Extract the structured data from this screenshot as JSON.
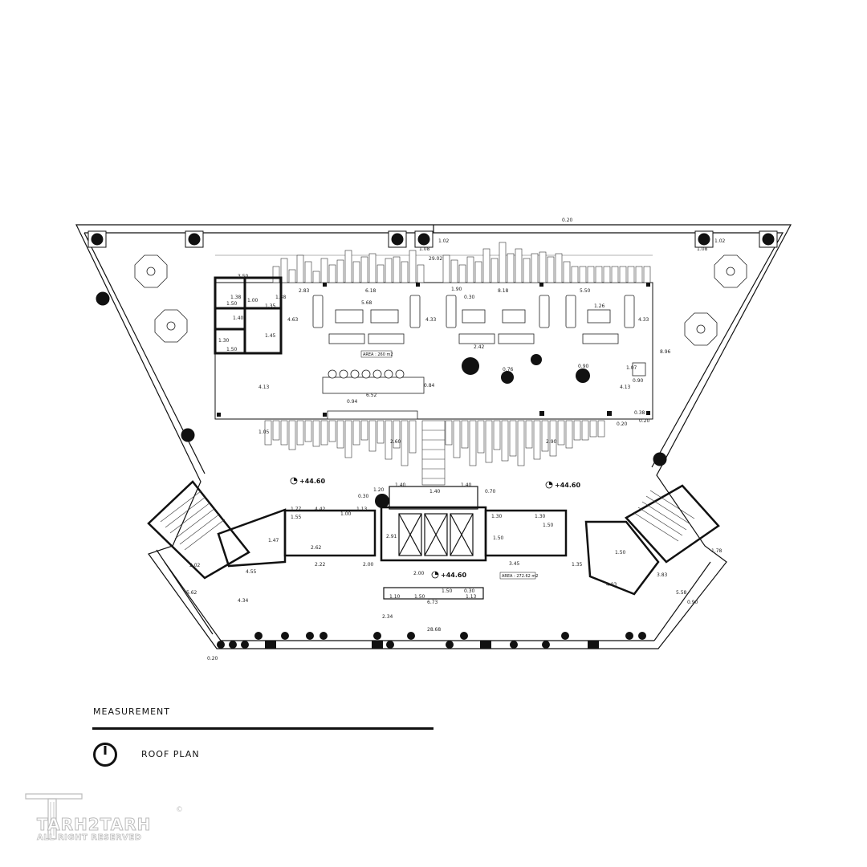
{
  "plan": {
    "dimensions": {
      "top_01": "0.20",
      "top_02": "29.02",
      "top_03": "3.50",
      "top_04": "2.83",
      "top_05": "6.18",
      "top_06": "1.90",
      "top_07": "8.18",
      "top_08": "5.50",
      "top_09": "5.68",
      "top_10": "1.26",
      "top_11": "1.08",
      "top_12": "1.02",
      "top_13": "1.08",
      "top_14": "1.02",
      "top_15": "0.30",
      "mid_01": "2.42",
      "mid_02": "6.52",
      "mid_03": "4.13",
      "mid_04": "4.63",
      "mid_05": "4.33",
      "mid_06": "4.33",
      "mid_07": "8.96",
      "mid_08": "4.13",
      "mid_09": "1.07",
      "mid_10": "0.90",
      "mid_11": "0.90",
      "mid_12": "0.76",
      "mid_13": "0.38",
      "mid_14": "0.20",
      "mid_15": "0.20",
      "mid_16": "1.05",
      "mid_17": "2.60",
      "mid_18": "2.90",
      "mid_19": "0.94",
      "mid_20": "0.84",
      "wc_01": "1.38",
      "wc_02": "1.00",
      "wc_03": "1.38",
      "wc_04": "1.50",
      "wc_05": "1.35",
      "wc_06": "1.40",
      "wc_07": "1.45",
      "wc_08": "1.30",
      "wc_09": "1.50",
      "low_01": "1.20",
      "low_02": "1.40",
      "low_03": "1.40",
      "low_04": "1.40",
      "low_05": "0.70",
      "low_06": "0.30",
      "low_07": "1.77",
      "low_08": "4.42",
      "low_09": "1.00",
      "low_10": "1.13",
      "low_11": "1.55",
      "low_12": "2.91",
      "low_13": "1.47",
      "low_14": "2.62",
      "low_15": "2.22",
      "low_16": "4.55",
      "low_17": "2.00",
      "low_18": "2.00",
      "low_19": "1.30",
      "low_20": "1.30",
      "low_21": "1.50",
      "low_22": "1.50",
      "low_23": "3.45",
      "low_24": "1.35",
      "low_25": "1.50",
      "low_26": "4.03",
      "low_27": "3.83",
      "low_28": "1.10",
      "low_29": "1.50",
      "low_30": "1.50",
      "low_31": "0.30",
      "low_32": "1.13",
      "low_33": "6.73",
      "low_34": "2.34",
      "low_35": "28.68",
      "low_36": "4.34",
      "low_37": "2.02",
      "low_38": "5.62",
      "low_39": "5.58",
      "low_40": "0.90",
      "low_41": "1.78",
      "low_42": "0.20"
    },
    "levels": {
      "left": "+44.60",
      "right": "+44.60",
      "center": "+44.60"
    },
    "areas": {
      "upper": "AREA : 260 m2",
      "lower": "AREA : 272.62 m2"
    }
  },
  "footer": {
    "measurement_label": "MEASUREMENT",
    "plan_label": "ROOF PLAN",
    "logo_text": "TARH2TARH",
    "logo_sub": "ALL RIGHT RESERVED",
    "logo_mark": "©"
  }
}
